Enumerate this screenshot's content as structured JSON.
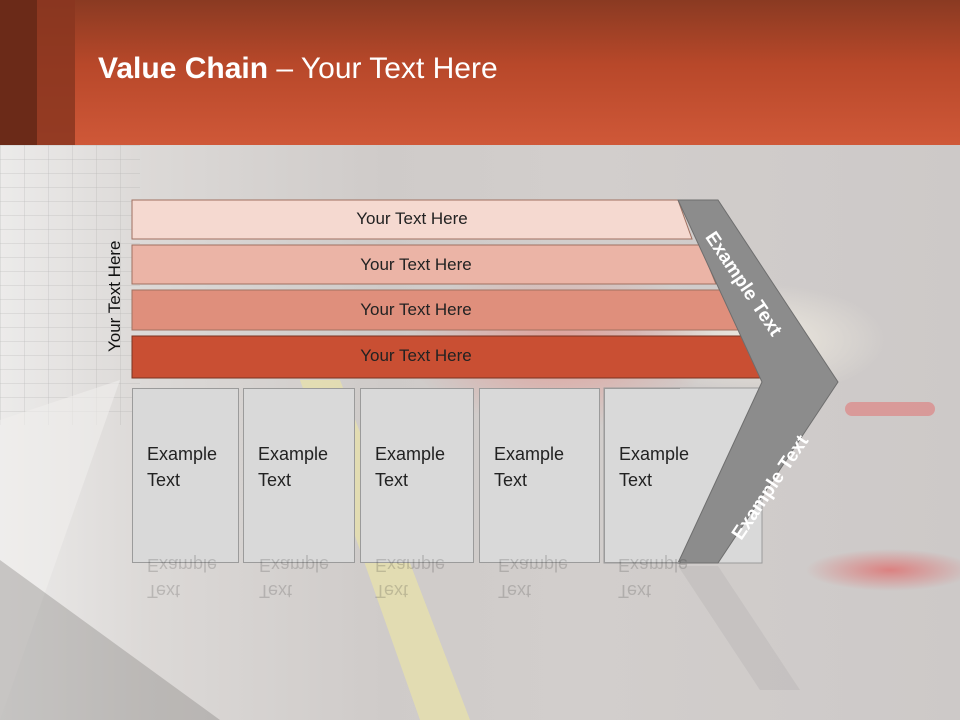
{
  "title": {
    "bold": "Value Chain",
    "rest": " – Your Text Here"
  },
  "side_label": "Your Text Here",
  "bands": [
    "Your Text Here",
    "Your Text Here",
    "Your Text Here",
    "Your Text Here"
  ],
  "boxes": [
    {
      "line1": "Example",
      "line2": "Text"
    },
    {
      "line1": "Example",
      "line2": "Text"
    },
    {
      "line1": "Example",
      "line2": "Text"
    },
    {
      "line1": "Example",
      "line2": "Text"
    },
    {
      "line1": "Example",
      "line2": "Text"
    }
  ],
  "chevron": {
    "upper": "Example Text",
    "lower": "Example Text"
  },
  "colors": {
    "header": "#c04c2e",
    "band1": "#f5d9d0",
    "band2": "#ebb4a6",
    "band3": "#df8f7c",
    "band4": "#c94f33",
    "chevron": "#8c8c8c",
    "box": "#d9d9d9"
  }
}
